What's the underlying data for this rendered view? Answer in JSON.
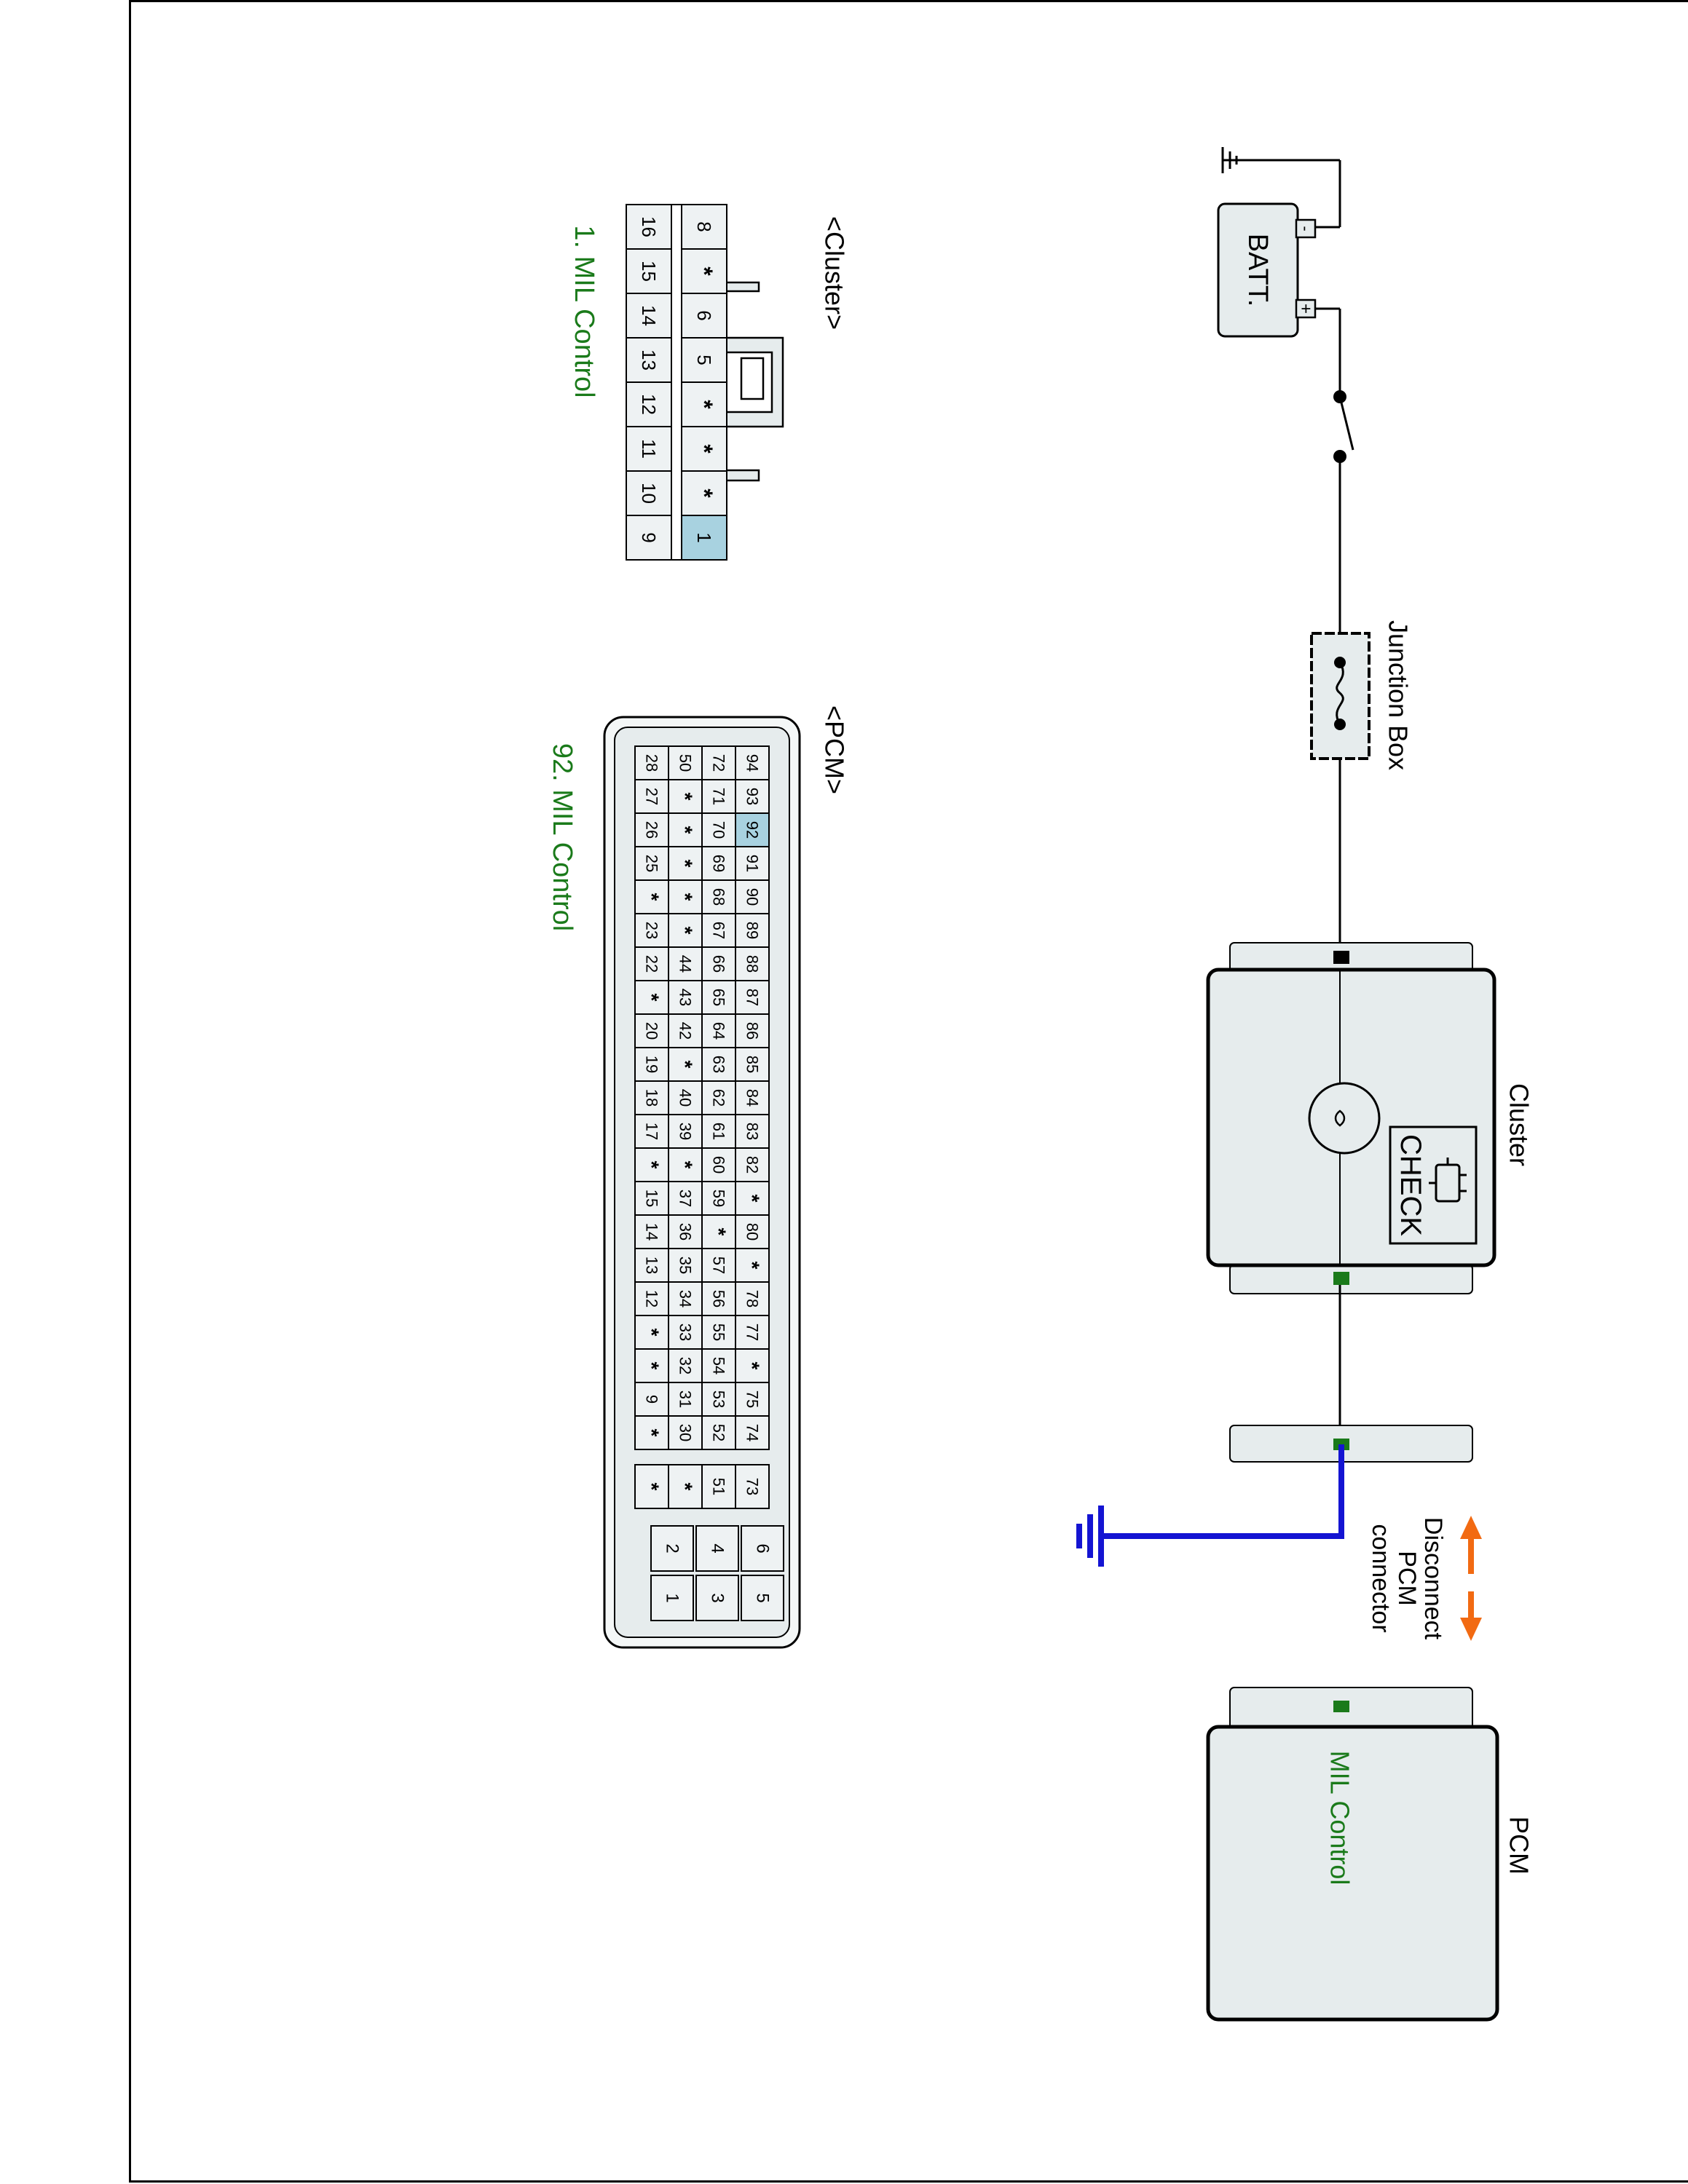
{
  "colors": {
    "green": "#1a7a1a",
    "blue": "#1414d2",
    "orange": "#f26a12",
    "highlight": "#a8d2e0",
    "panel": "#e6eced",
    "pinbox": "#eef2f3"
  },
  "schematic": {
    "battery_label": "BATT.",
    "battery_neg": "-",
    "battery_pos": "+",
    "junction_box_label": "Junction Box",
    "cluster_label": "Cluster",
    "check_lamp_text": "CHECK",
    "disconnect_label": [
      "Disconnect",
      "PCM",
      "connector"
    ],
    "pcm_label": "PCM",
    "pcm_pin_label": "MIL Control"
  },
  "connectors": {
    "cluster": {
      "title": "<Cluster>",
      "pin_note": "1. MIL Control",
      "row_top": [
        "8",
        "*",
        "6",
        "5",
        "*",
        "*",
        "*",
        "1"
      ],
      "row_bottom": [
        "16",
        "15",
        "14",
        "13",
        "12",
        "11",
        "10",
        "9"
      ],
      "highlight": "1"
    },
    "pcm": {
      "title": "<PCM>",
      "pin_note": "92. MIL Control",
      "rows": [
        [
          "94",
          "93",
          "92",
          "91",
          "90",
          "89",
          "88",
          "87",
          "86",
          "85",
          "84",
          "83",
          "82",
          "*",
          "80",
          "*",
          "78",
          "77",
          "*",
          "75",
          "74"
        ],
        [
          "72",
          "71",
          "70",
          "69",
          "68",
          "67",
          "66",
          "65",
          "64",
          "63",
          "62",
          "61",
          "60",
          "59",
          "*",
          "57",
          "56",
          "55",
          "54",
          "53",
          "52"
        ],
        [
          "50",
          "*",
          "*",
          "*",
          "*",
          "*",
          "44",
          "43",
          "42",
          "*",
          "40",
          "39",
          "*",
          "37",
          "36",
          "35",
          "34",
          "33",
          "32",
          "31",
          "30"
        ],
        [
          "28",
          "27",
          "26",
          "25",
          "*",
          "23",
          "22",
          "*",
          "20",
          "19",
          "18",
          "17",
          "*",
          "15",
          "14",
          "13",
          "12",
          "*",
          "*",
          "9",
          "*"
        ]
      ],
      "small_block": [
        "73",
        "51",
        "*",
        "*"
      ],
      "power_block": [
        [
          "6",
          "4",
          "2"
        ],
        [
          "5",
          "3",
          "1"
        ]
      ],
      "highlight": "92"
    }
  }
}
